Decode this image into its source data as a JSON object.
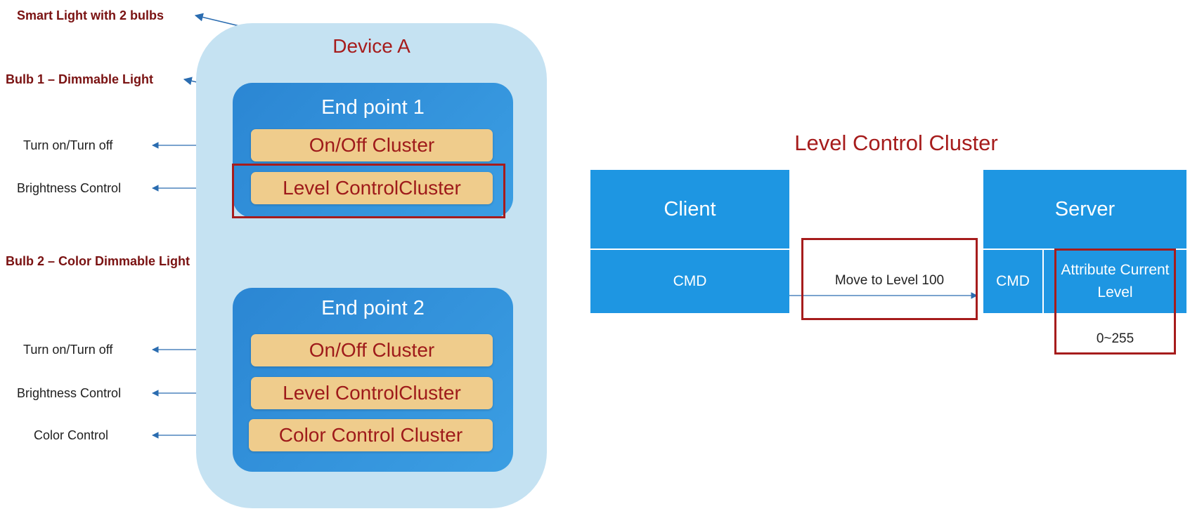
{
  "device": {
    "title": "Device A"
  },
  "left_labels": {
    "smart_light": "Smart Light with 2 bulbs",
    "bulb1": "Bulb 1 – Dimmable Light",
    "bulb2": "Bulb 2 – Color Dimmable Light"
  },
  "endpoint1": {
    "title": "End point 1",
    "clusters": [
      "On/Off Cluster",
      "Level ControlCluster"
    ],
    "annotations": [
      "Turn on/Turn off",
      "Brightness Control"
    ]
  },
  "endpoint2": {
    "title": "End point 2",
    "clusters": [
      "On/Off Cluster",
      "Level ControlCluster",
      "Color Control Cluster"
    ],
    "annotations": [
      "Turn on/Turn off",
      "Brightness Control",
      "Color Control"
    ]
  },
  "level_diagram": {
    "title": "Level Control Cluster",
    "client": {
      "header": "Client",
      "cmd": "CMD"
    },
    "message": "Move to Level 100",
    "server": {
      "header": "Server",
      "cmd": "CMD",
      "attribute": "Attribute Current Level",
      "range": "0~255"
    }
  },
  "colors": {
    "device_bg": "#c5e2f2",
    "endpoint_bg": "#2b86d3",
    "cluster_bg": "#efcc8c",
    "accent_red": "#a61c1c",
    "diagram_blue": "#1e96e2",
    "arrow_blue": "#2a6cb0"
  }
}
